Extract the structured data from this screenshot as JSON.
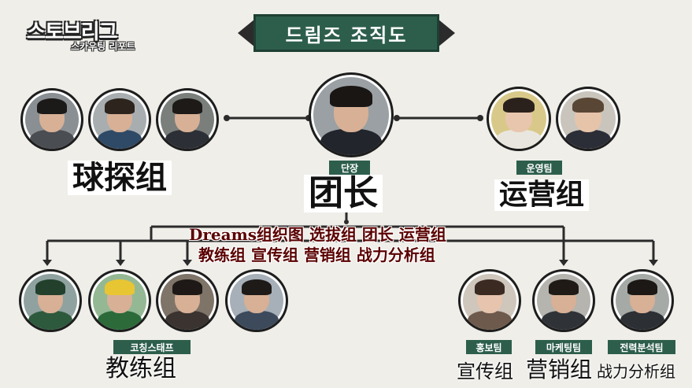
{
  "logo": {
    "main": "스토브리그",
    "sub": "스카우팅 리포트"
  },
  "banner": {
    "title": "드림즈 조직도"
  },
  "tags": {
    "manager": "단장",
    "operations": "운영팀",
    "coaching": "코칭스태프",
    "pr": "홍보팀",
    "marketing": "마케팅팀",
    "strategy": "전력분석팀"
  },
  "labels": {
    "scout_team": "球探组",
    "manager": "团长",
    "operations": "运营组",
    "coaching": "教练组",
    "pr": "宣传组",
    "marketing": "营销组",
    "strategy": "战力分析组"
  },
  "overlay": {
    "line1": "Dreams组织图 选拔组 团长 运营组",
    "line2": "教练组 宣传组 营销组 战力分析组"
  },
  "colors": {
    "banner": "#2d5e4c",
    "background": "#efeee9",
    "line": "#2b2b2b"
  }
}
